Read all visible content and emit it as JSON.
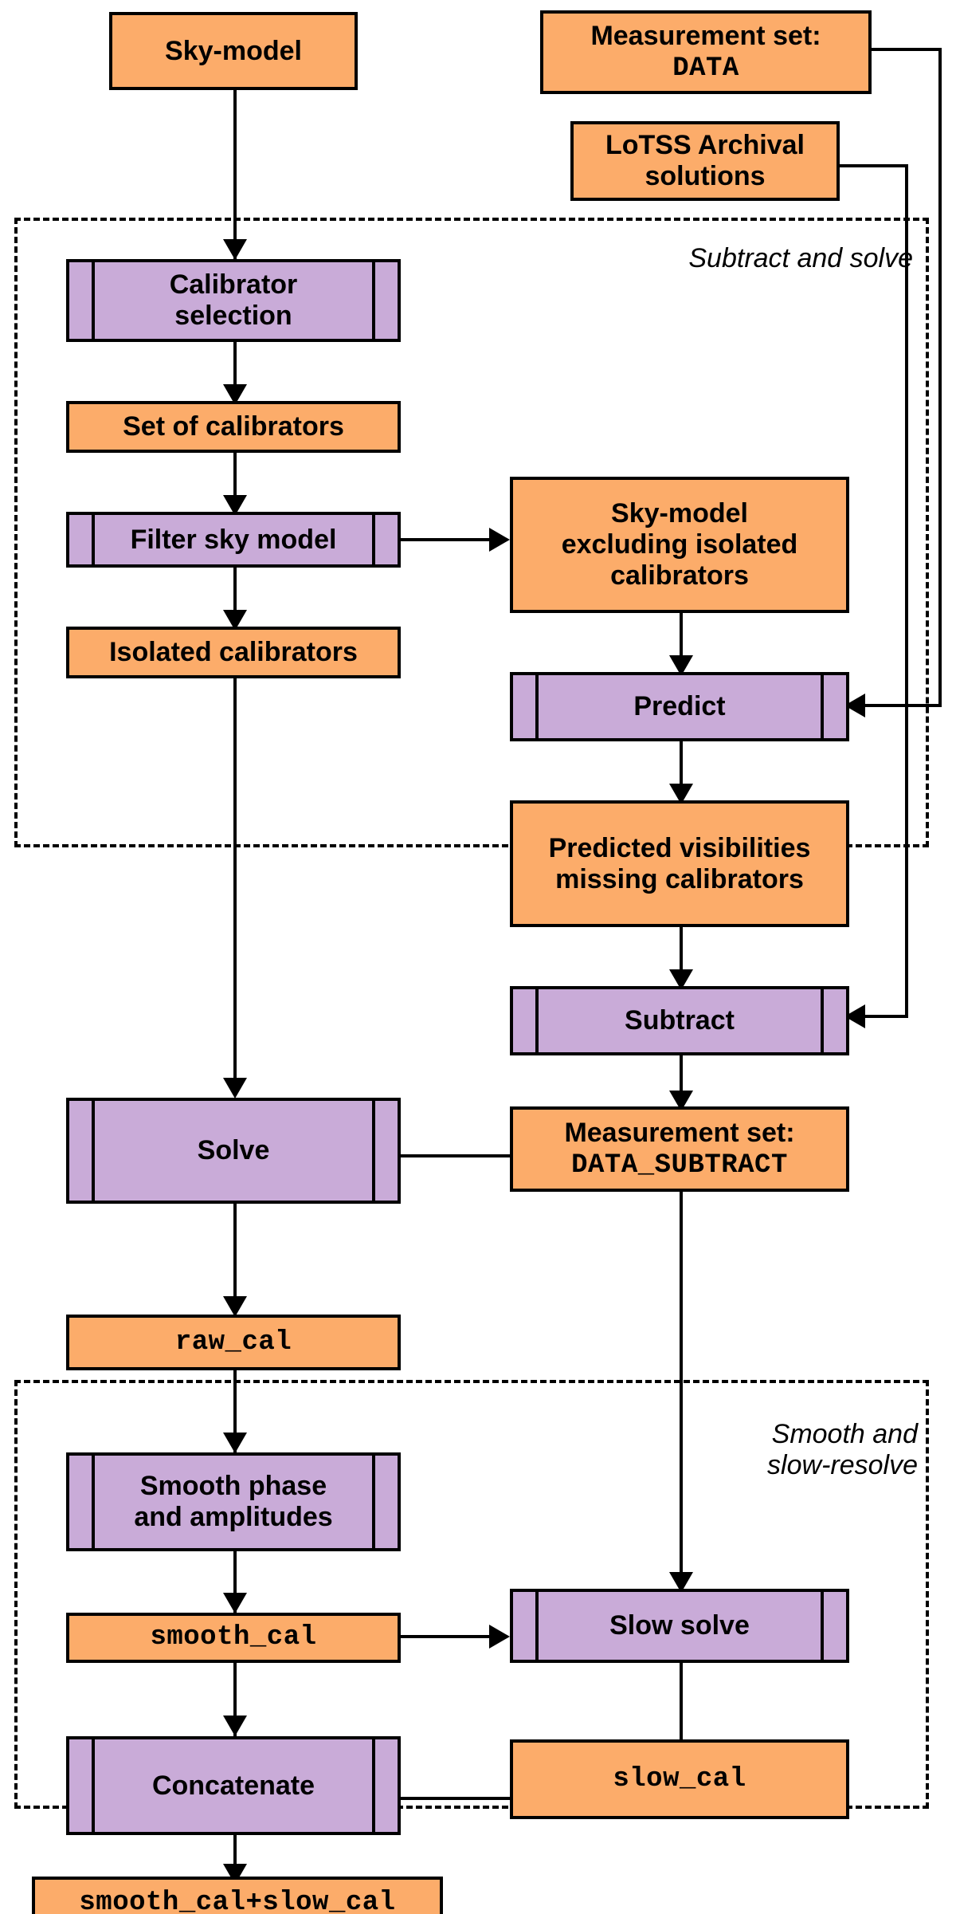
{
  "diagram": {
    "title": "LoTSS calibration pipeline flowchart",
    "colors": {
      "data_node_fill": "#fcac6a",
      "process_node_fill": "#c9abd8",
      "stroke": "#000000",
      "background": "#ffffff"
    },
    "groups": [
      {
        "id": "subtract-and-solve",
        "label": "Subtract and solve"
      },
      {
        "id": "smooth-and-slow-resolve",
        "label": "Smooth and\nslow-resolve"
      }
    ],
    "nodes": {
      "sky_model": {
        "label": "Sky-model",
        "type": "data"
      },
      "measurement_set_data": {
        "label_line1": "Measurement set:",
        "label_line2": "DATA",
        "type": "data"
      },
      "lotss_archival": {
        "label": "LoTSS Archival\nsolutions",
        "type": "data"
      },
      "calibrator_selection": {
        "label": "Calibrator\nselection",
        "type": "process"
      },
      "set_of_calibrators": {
        "label": "Set of calibrators",
        "type": "data"
      },
      "filter_sky_model": {
        "label": "Filter sky model",
        "type": "process"
      },
      "isolated_calibrators": {
        "label": "Isolated calibrators",
        "type": "data"
      },
      "sky_model_excluding": {
        "label": "Sky-model\nexcluding isolated\ncalibrators",
        "type": "data"
      },
      "predict": {
        "label": "Predict",
        "type": "process"
      },
      "predicted_visibilities": {
        "label": "Predicted visibilities\nmissing calibrators",
        "type": "data"
      },
      "subtract": {
        "label": "Subtract",
        "type": "process"
      },
      "solve": {
        "label": "Solve",
        "type": "process"
      },
      "measurement_set_data_subtract": {
        "label_line1": "Measurement set:",
        "label_line2": "DATA_SUBTRACT",
        "type": "data"
      },
      "raw_cal": {
        "label": "raw_cal",
        "type": "data"
      },
      "smooth_phase_amplitudes": {
        "label": "Smooth phase\nand amplitudes",
        "type": "process"
      },
      "smooth_cal": {
        "label": "smooth_cal",
        "type": "data"
      },
      "slow_solve": {
        "label": "Slow solve",
        "type": "process"
      },
      "concatenate": {
        "label": "Concatenate",
        "type": "process"
      },
      "slow_cal": {
        "label": "slow_cal",
        "type": "data"
      },
      "smooth_cal_plus_slow_cal": {
        "label": "smooth_cal+slow_cal",
        "type": "data"
      }
    }
  }
}
